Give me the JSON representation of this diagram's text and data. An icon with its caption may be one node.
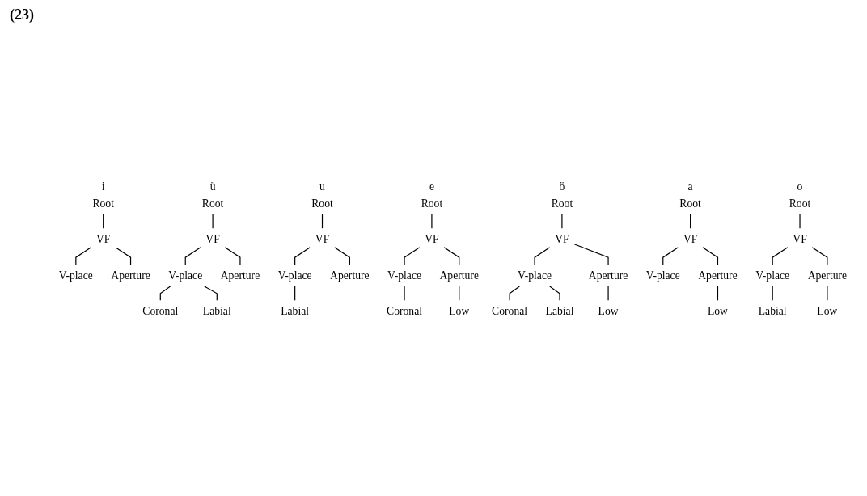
{
  "diagram": {
    "nodes": [
      {
        "text": [
          "i",
          "Root"
        ]
      },
      {
        "text": [
          "VF"
        ]
      },
      {
        "text": [
          "V-place"
        ]
      },
      {
        "text": [
          "Aperture"
        ]
      },
      {
        "text": [
          "ü",
          "Root"
        ]
      },
      {
        "text": [
          "VF"
        ]
      },
      {
        "text": [
          "V-place"
        ]
      },
      {
        "text": [
          "Aperture"
        ]
      },
      {
        "text": [
          "Coronal"
        ]
      },
      {
        "text": [
          "Labial"
        ]
      },
      {
        "text": [
          "u",
          "Root"
        ]
      },
      {
        "text": [
          "VF"
        ]
      },
      {
        "text": [
          "V-place"
        ]
      },
      {
        "text": [
          "Aperture"
        ]
      },
      {
        "text": [
          "Labial"
        ]
      },
      {
        "text": [
          "e",
          "Root"
        ]
      },
      {
        "text": [
          "VF"
        ]
      },
      {
        "text": [
          "V-place"
        ]
      },
      {
        "text": [
          "Aperture"
        ]
      },
      {
        "text": [
          "Coronal"
        ]
      },
      {
        "text": [
          "Low"
        ]
      },
      {
        "text": [
          "ö",
          "Root"
        ]
      },
      {
        "text": [
          "VF"
        ]
      },
      {
        "text": [
          "V-place"
        ]
      },
      {
        "text": [
          "Aperture"
        ]
      },
      {
        "text": [
          "Coronal"
        ]
      },
      {
        "text": [
          "Labial"
        ]
      },
      {
        "text": [
          "Low"
        ]
      },
      {
        "text": [
          "a",
          "Root"
        ]
      },
      {
        "text": [
          "VF"
        ]
      },
      {
        "text": [
          "V-place"
        ]
      },
      {
        "text": [
          "Aperture"
        ]
      },
      {
        "text": [
          "Low"
        ]
      },
      {
        "text": [
          "o",
          "Root"
        ]
      },
      {
        "text": [
          "VF"
        ]
      },
      {
        "text": [
          "V-place"
        ]
      },
      {
        "text": [
          "Aperture"
        ]
      },
      {
        "text": [
          "Labial"
        ]
      },
      {
        "text": [
          "Low"
        ]
      }
    ],
    "edges": [
      {
        "from": 0,
        "to": 1,
        "arrow": "none"
      },
      {
        "from": 1,
        "to": 2,
        "arrow": "none"
      },
      {
        "from": 1,
        "to": 3,
        "arrow": "none"
      },
      {
        "from": 4,
        "to": 5,
        "arrow": "none"
      },
      {
        "from": 5,
        "to": 6,
        "arrow": "none"
      },
      {
        "from": 5,
        "to": 7,
        "arrow": "none"
      },
      {
        "from": 6,
        "to": 8,
        "arrow": "none"
      },
      {
        "from": 6,
        "to": 9,
        "arrow": "none"
      },
      {
        "from": 10,
        "to": 11,
        "arrow": "none"
      },
      {
        "from": 11,
        "to": 12,
        "arrow": "none"
      },
      {
        "from": 11,
        "to": 13,
        "arrow": "none"
      },
      {
        "from": 12,
        "to": 14,
        "arrow": "none"
      },
      {
        "from": 15,
        "to": 16,
        "arrow": "none"
      },
      {
        "from": 16,
        "to": 17,
        "arrow": "none"
      },
      {
        "from": 16,
        "to": 18,
        "arrow": "none"
      },
      {
        "from": 17,
        "to": 19,
        "arrow": "none"
      },
      {
        "from": 18,
        "to": 20,
        "arrow": "none"
      },
      {
        "from": 21,
        "to": 22,
        "arrow": "none"
      },
      {
        "from": 22,
        "to": 23,
        "arrow": "none"
      },
      {
        "from": 22,
        "to": 24,
        "arrow": "none"
      },
      {
        "from": 23,
        "to": 25,
        "arrow": "none"
      },
      {
        "from": 23,
        "to": 26,
        "arrow": "none"
      },
      {
        "from": 24,
        "to": 27,
        "arrow": "none"
      },
      {
        "from": 28,
        "to": 29,
        "arrow": "none"
      },
      {
        "from": 29,
        "to": 30,
        "arrow": "none"
      },
      {
        "from": 29,
        "to": 31,
        "arrow": "none"
      },
      {
        "from": 31,
        "to": 32,
        "arrow": "none"
      },
      {
        "from": 33,
        "to": 34,
        "arrow": "none"
      },
      {
        "from": 34,
        "to": 35,
        "arrow": "none"
      },
      {
        "from": 34,
        "to": 36,
        "arrow": "none"
      },
      {
        "from": 35,
        "to": 37,
        "arrow": "none"
      },
      {
        "from": 36,
        "to": 38,
        "arrow": "none"
      }
    ],
    "labels": [
      "(23)"
    ]
  }
}
